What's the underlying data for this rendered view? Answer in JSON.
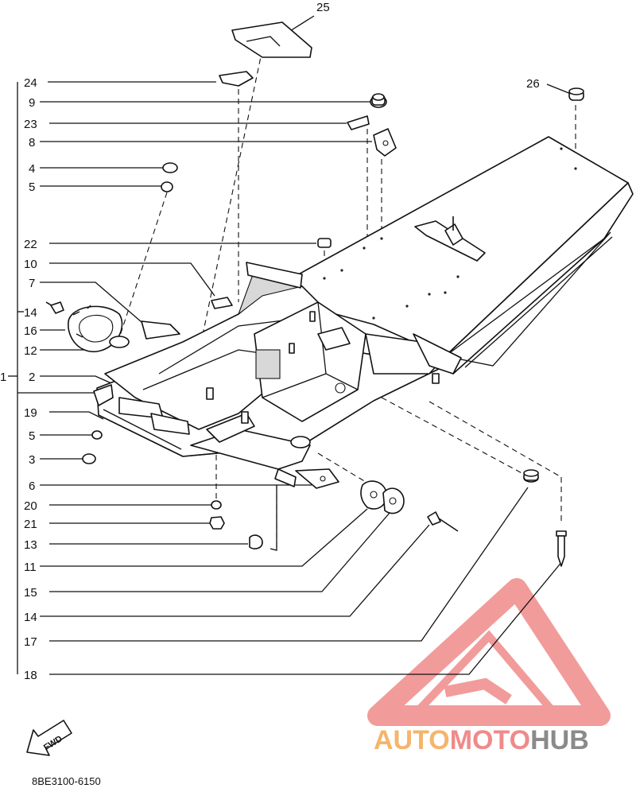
{
  "diagram": {
    "part_labels": [
      {
        "id": "25",
        "text": "25"
      },
      {
        "id": "24",
        "text": "24"
      },
      {
        "id": "9",
        "text": "9"
      },
      {
        "id": "23",
        "text": "23"
      },
      {
        "id": "8",
        "text": "8"
      },
      {
        "id": "4",
        "text": "4"
      },
      {
        "id": "5a",
        "text": "5"
      },
      {
        "id": "22",
        "text": "22"
      },
      {
        "id": "10",
        "text": "10"
      },
      {
        "id": "7",
        "text": "7"
      },
      {
        "id": "14a",
        "text": "14"
      },
      {
        "id": "16",
        "text": "16"
      },
      {
        "id": "12",
        "text": "12"
      },
      {
        "id": "1",
        "text": "1"
      },
      {
        "id": "2",
        "text": "2"
      },
      {
        "id": "19",
        "text": "19"
      },
      {
        "id": "5b",
        "text": "5"
      },
      {
        "id": "3",
        "text": "3"
      },
      {
        "id": "6",
        "text": "6"
      },
      {
        "id": "20",
        "text": "20"
      },
      {
        "id": "21",
        "text": "21"
      },
      {
        "id": "13",
        "text": "13"
      },
      {
        "id": "11",
        "text": "11"
      },
      {
        "id": "15",
        "text": "15"
      },
      {
        "id": "14b",
        "text": "14"
      },
      {
        "id": "17",
        "text": "17"
      },
      {
        "id": "18",
        "text": "18"
      },
      {
        "id": "26",
        "text": "26"
      }
    ],
    "fwd_label": "FWD",
    "part_number": "8BE3100-6150"
  },
  "watermark": {
    "text_auto": "AUTO",
    "text_moto": "MOTO",
    "text_hub": "HUB",
    "color_red": "#f08a8a",
    "color_orange": "#f5b56a",
    "color_gray": "#8a8a8a"
  }
}
